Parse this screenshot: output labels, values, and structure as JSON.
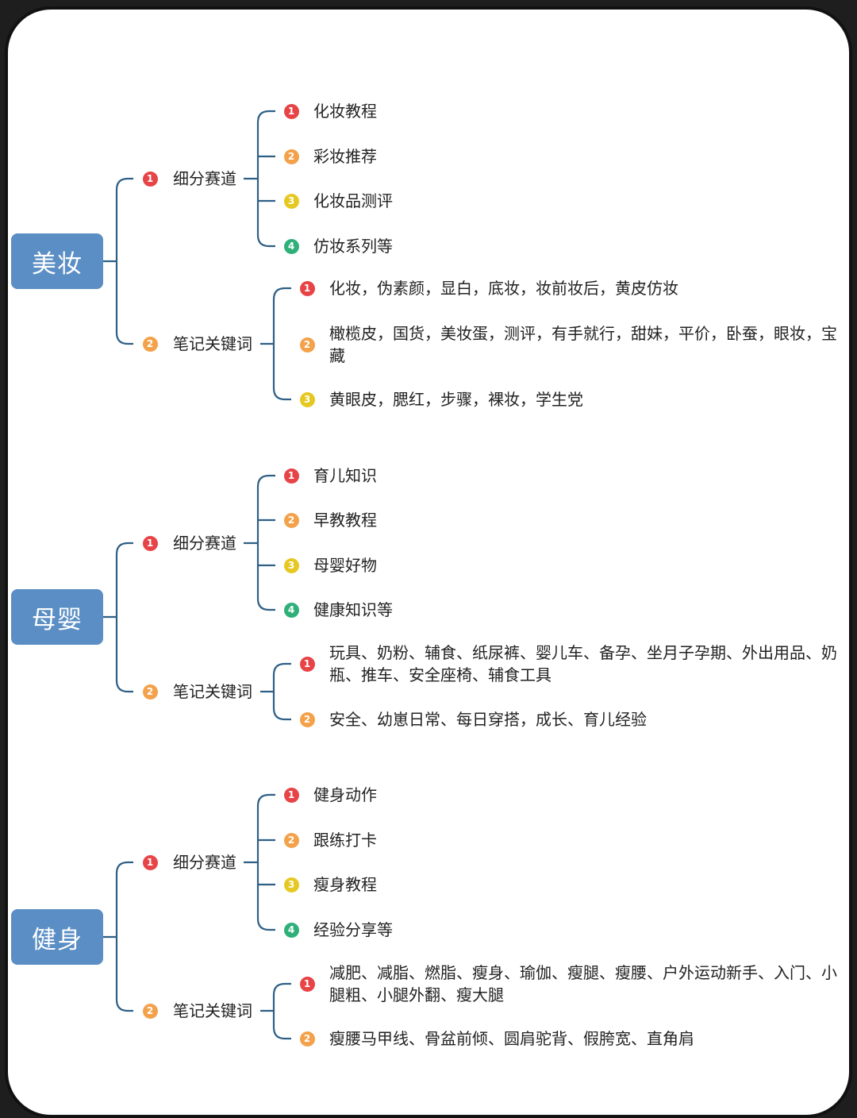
{
  "colors": {
    "root_bg": "#5b8ec4",
    "line": "#2e5f86",
    "badge_1": "#e74447",
    "badge_2": "#f3a14a",
    "badge_3": "#e6c822",
    "badge_4": "#2fb07a"
  },
  "sections": [
    {
      "title": "美妆",
      "branches": [
        {
          "num": "1",
          "label": "细分赛道",
          "items": [
            {
              "num": "1",
              "text": "化妆教程"
            },
            {
              "num": "2",
              "text": "彩妆推荐"
            },
            {
              "num": "3",
              "text": "化妆品测评"
            },
            {
              "num": "4",
              "text": "仿妆系列等"
            }
          ]
        },
        {
          "num": "2",
          "label": "笔记关键词",
          "items": [
            {
              "num": "1",
              "text": "化妆，伪素颜，显白，底妆，妆前妆后，黄皮仿妆"
            },
            {
              "num": "2",
              "text": "橄榄皮，国货，美妆蛋，测评，有手就行，甜妹，平价，卧蚕，眼妆，宝藏"
            },
            {
              "num": "3",
              "text": "黄眼皮，腮红，步骤，裸妆，学生党"
            }
          ]
        }
      ]
    },
    {
      "title": "母婴",
      "branches": [
        {
          "num": "1",
          "label": "细分赛道",
          "items": [
            {
              "num": "1",
              "text": "育儿知识"
            },
            {
              "num": "2",
              "text": "早教教程"
            },
            {
              "num": "3",
              "text": "母婴好物"
            },
            {
              "num": "4",
              "text": "健康知识等"
            }
          ]
        },
        {
          "num": "2",
          "label": "笔记关键词",
          "items": [
            {
              "num": "1",
              "text": "玩具、奶粉、辅食、纸尿裤、婴儿车、备孕、坐月子孕期、外出用品、奶瓶、推车、安全座椅、辅食工具"
            },
            {
              "num": "2",
              "text": "安全、幼崽日常、每日穿搭，成长、育儿经验"
            }
          ]
        }
      ]
    },
    {
      "title": "健身",
      "branches": [
        {
          "num": "1",
          "label": "细分赛道",
          "items": [
            {
              "num": "1",
              "text": "健身动作"
            },
            {
              "num": "2",
              "text": "跟练打卡"
            },
            {
              "num": "3",
              "text": "瘦身教程"
            },
            {
              "num": "4",
              "text": "经验分享等"
            }
          ]
        },
        {
          "num": "2",
          "label": "笔记关键词",
          "items": [
            {
              "num": "1",
              "text": "减肥、减脂、燃脂、瘦身、瑜伽、瘦腿、瘦腰、户外运动新手、入门、小腿粗、小腿外翻、瘦大腿"
            },
            {
              "num": "2",
              "text": "瘦腰马甲线、骨盆前倾、圆肩驼背、假胯宽、直角肩"
            }
          ]
        }
      ]
    }
  ]
}
